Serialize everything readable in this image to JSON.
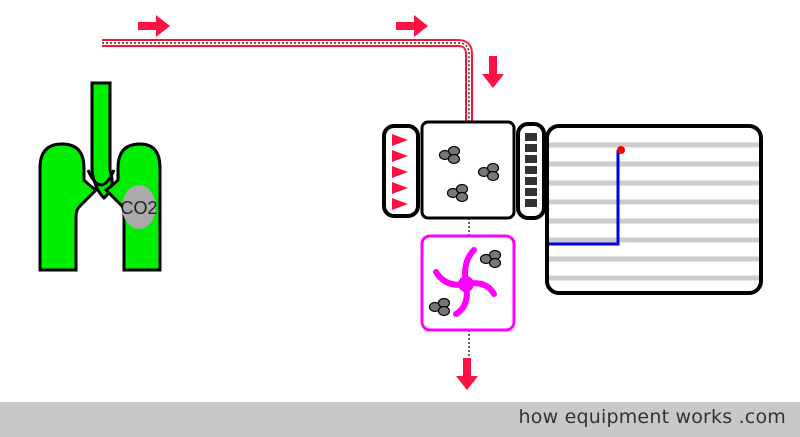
{
  "lungs": {
    "gas_label": "CO2"
  },
  "footer": {
    "text": "how equipment works .com"
  },
  "colors": {
    "lung_green": "#00ee00",
    "sample_line_red": "#ff1133",
    "flow_arrow": "#ff1144",
    "pump_magenta": "#ff00ff",
    "trace_blue": "#0000ee",
    "trace_point_red": "#ff0000",
    "co2_badge_gray": "#aaaaaa"
  },
  "icons": {
    "flow_arrows": "red-arrow",
    "molecules": "co2-molecule",
    "pump": "rotor"
  },
  "capnograph_trace": {
    "description_points": [
      [
        0,
        0
      ],
      [
        1,
        0
      ],
      [
        1,
        1
      ]
    ]
  }
}
